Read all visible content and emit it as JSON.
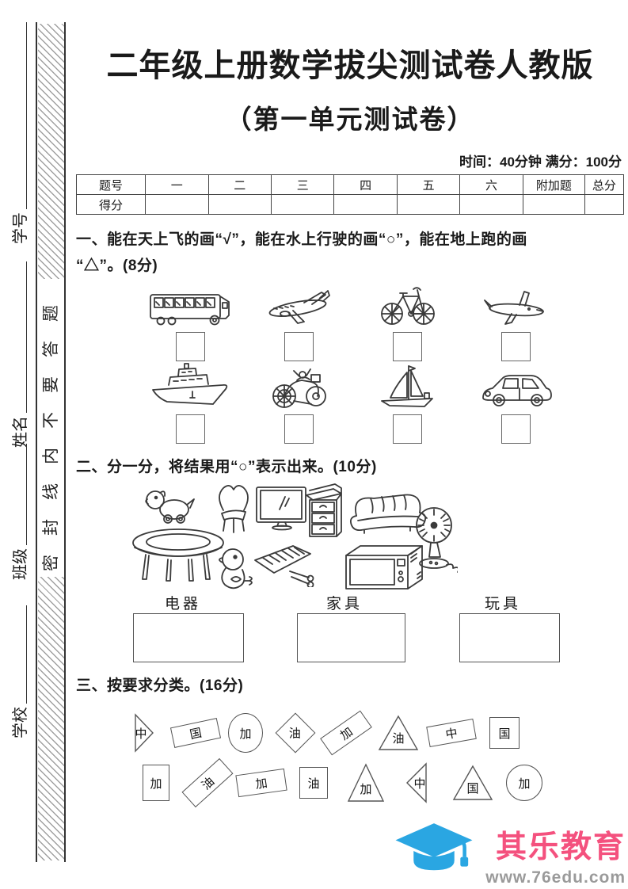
{
  "margin": {
    "seal_text": "密封线内不要答题",
    "fields": [
      {
        "label": "学号"
      },
      {
        "label": "姓名"
      },
      {
        "label": "班级"
      },
      {
        "label": "学校"
      }
    ]
  },
  "header": {
    "title": "二年级上册数学拔尖测试卷人教版",
    "subtitle": "（第一单元测试卷）",
    "meta": "时间：40分钟  满分：100分"
  },
  "score_table": {
    "headers": [
      "题号",
      "一",
      "二",
      "三",
      "四",
      "五",
      "六",
      "附加题",
      "总分"
    ],
    "row_label": "得分"
  },
  "q1": {
    "line1": "一、能在天上飞的画“√”，能在水上行驶的画“○”，能在地上跑的画",
    "line2": "“△”。(8分)",
    "items": [
      {
        "icon": "bus-icon"
      },
      {
        "icon": "airplane-icon"
      },
      {
        "icon": "bicycle-icon"
      },
      {
        "icon": "jet-plane-icon"
      },
      {
        "icon": "ship-icon"
      },
      {
        "icon": "motorcycle-icon"
      },
      {
        "icon": "sailboat-icon"
      },
      {
        "icon": "car-icon"
      }
    ]
  },
  "q2": {
    "heading": "二、分一分，将结果用“○”表示出来。(10分)",
    "items": [
      {
        "icon": "toy-dog-icon"
      },
      {
        "icon": "chair-icon"
      },
      {
        "icon": "tv-icon"
      },
      {
        "icon": "drawer-cabinet-icon"
      },
      {
        "icon": "sofa-icon"
      },
      {
        "icon": "electric-fan-icon"
      },
      {
        "icon": "round-table-icon"
      },
      {
        "icon": "toy-duck-icon"
      },
      {
        "icon": "toy-xylophone-icon"
      },
      {
        "icon": "microwave-icon"
      }
    ],
    "categories": [
      "电器",
      "家具",
      "玩具"
    ]
  },
  "q3": {
    "heading": "三、按要求分类。(16分)",
    "rows": [
      [
        {
          "shape": "triangle-right",
          "label": "中"
        },
        {
          "shape": "rect-tilted",
          "label": "国"
        },
        {
          "shape": "circle",
          "label": "加"
        },
        {
          "shape": "diamond",
          "label": "油"
        },
        {
          "shape": "rect-tilted",
          "label": "加"
        },
        {
          "shape": "triangle-up",
          "label": "油"
        },
        {
          "shape": "rect-tilted",
          "label": "中"
        },
        {
          "shape": "square",
          "label": "国"
        }
      ],
      [
        {
          "shape": "square",
          "label": "加"
        },
        {
          "shape": "rect-tilted",
          "label": "油"
        },
        {
          "shape": "rect-tilted",
          "label": "加"
        },
        {
          "shape": "square",
          "label": "油"
        },
        {
          "shape": "triangle-up",
          "label": "加"
        },
        {
          "shape": "triangle-left",
          "label": "中"
        },
        {
          "shape": "triangle-up",
          "label": "国"
        },
        {
          "shape": "circle",
          "label": "加"
        }
      ]
    ]
  },
  "footer": {
    "brand": "其乐教育",
    "url": "www.76edu.com",
    "brand_color": "#f4517e",
    "cap_color": "#2aa6e2",
    "url_color": "#9a9a9a"
  }
}
